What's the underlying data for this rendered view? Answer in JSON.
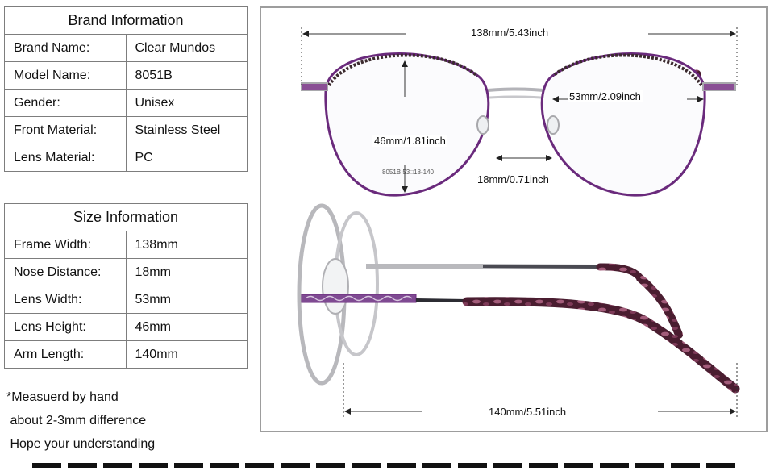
{
  "brand_table": {
    "title": "Brand Information",
    "rows": [
      {
        "label": "Brand Name:",
        "value": "Clear Mundos"
      },
      {
        "label": "Model Name:",
        "value": "8051B"
      },
      {
        "label": "Gender:",
        "value": "Unisex"
      },
      {
        "label": "Front Material:",
        "value": "Stainless Steel"
      },
      {
        "label": "Lens Material:",
        "value": "PC"
      }
    ]
  },
  "size_table": {
    "title": "Size Information",
    "rows": [
      {
        "label": "Frame Width:",
        "value": "138mm"
      },
      {
        "label": "Nose Distance:",
        "value": "18mm"
      },
      {
        "label": "Lens Width:",
        "value": "53mm"
      },
      {
        "label": "Lens Height:",
        "value": "46mm"
      },
      {
        "label": "Arm Length:",
        "value": "140mm"
      }
    ]
  },
  "notes": [
    "*Measuerd by hand",
    " about 2-3mm difference",
    " Hope your understanding"
  ],
  "dimensions": {
    "frame_width": "138mm/5.43inch",
    "lens_width": "53mm/2.09inch",
    "lens_height": "46mm/1.81inch",
    "nose_distance": "18mm/0.71inch",
    "arm_length": "140mm/5.51inch"
  },
  "temple_print": "8051B  53□18-140",
  "colors": {
    "frame_purple": "#6a2a7c",
    "temple_tortoise": "#5a2338",
    "silver": "#b8b8bc",
    "border_gray": "#9d9d9d"
  }
}
